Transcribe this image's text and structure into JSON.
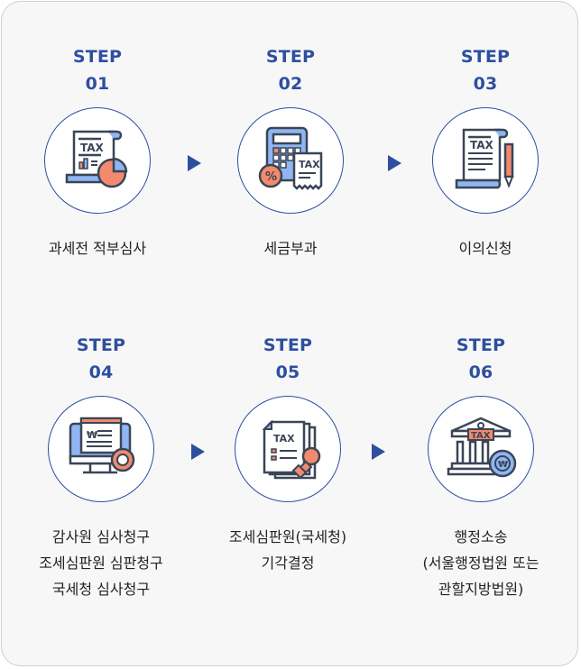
{
  "colors": {
    "accent": "#2d4f9e",
    "icon_stroke": "#3a4556",
    "icon_blue": "#8fb6f2",
    "icon_orange": "#f28a6d",
    "background": "#f7f7f8"
  },
  "steps": [
    {
      "label": "STEP",
      "number": "01",
      "icon": "tax-document-pie-chart-icon",
      "lines": [
        "과세전 적부심사"
      ]
    },
    {
      "label": "STEP",
      "number": "02",
      "icon": "calculator-tax-receipt-icon",
      "lines": [
        "세금부과"
      ]
    },
    {
      "label": "STEP",
      "number": "03",
      "icon": "tax-document-pen-icon",
      "lines": [
        "이의신청"
      ]
    },
    {
      "label": "STEP",
      "number": "04",
      "icon": "monitor-won-refresh-icon",
      "lines": [
        "감사원 심사청구",
        "조세심판원 심판청구",
        "국세청 심사청구"
      ]
    },
    {
      "label": "STEP",
      "number": "05",
      "icon": "tax-documents-stamp-icon",
      "lines": [
        "조세심판원(국세청)",
        "기각결정"
      ]
    },
    {
      "label": "STEP",
      "number": "06",
      "icon": "tax-court-building-won-icon",
      "lines": [
        "행정소송",
        "(서울행정법원 또는",
        "관할지방법원)"
      ]
    }
  ],
  "arrows": [
    "next-arrow",
    "next-arrow",
    "next-arrow",
    "next-arrow"
  ],
  "icon_text": {
    "tax": "TAX",
    "won": "₩",
    "percent": "%"
  }
}
